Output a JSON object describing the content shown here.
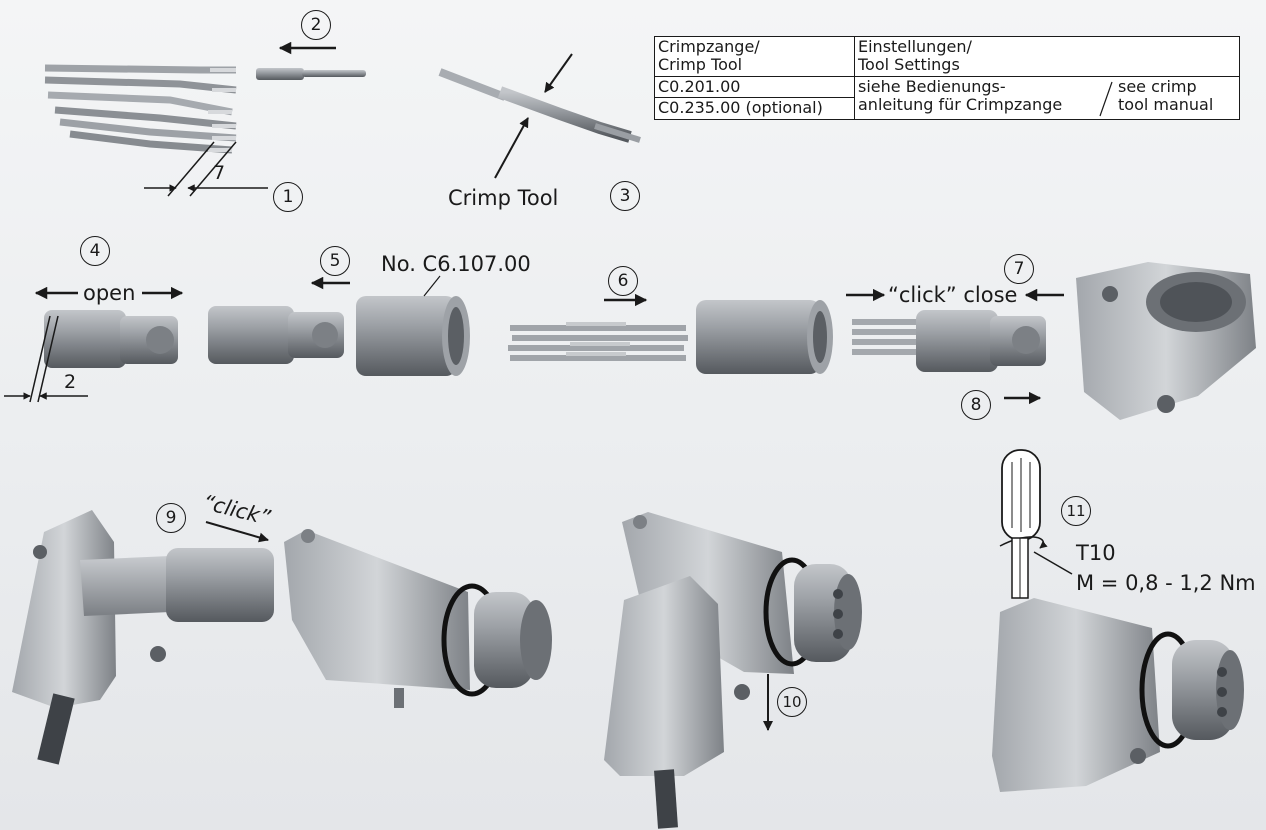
{
  "table": {
    "header_tool": [
      "Crimpzange/",
      "Crimp Tool"
    ],
    "header_settings": [
      "Einstellungen/",
      "Tool Settings"
    ],
    "tools": [
      "C0.201.00",
      "C0.235.00 (optional)"
    ],
    "settings_de": [
      "siehe Bedienungs-",
      "anleitung für Crimpzange"
    ],
    "settings_en": [
      "see crimp",
      "tool manual"
    ]
  },
  "labels": {
    "crimp_tool": "Crimp Tool",
    "strip_length": "7",
    "open": "open",
    "insert_depth": "2",
    "part_number": "No. C6.107.00",
    "click_close": "“click” close",
    "click": "“click”",
    "torx": "T10",
    "torque": "M = 0,8 - 1,2 Nm"
  },
  "steps": [
    "1",
    "2",
    "3",
    "4",
    "5",
    "6",
    "7",
    "8",
    "9",
    "10",
    "11"
  ],
  "colors": {
    "ink": "#1a1a1a",
    "metal": "#8d9196",
    "metal_dark": "#5b5f64",
    "background": "#eceef0"
  }
}
